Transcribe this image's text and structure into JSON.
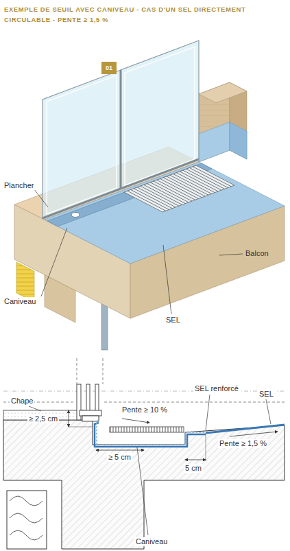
{
  "diagram": {
    "title": "EXEMPLE DE SEUIL AVEC CANIVEAU - CAS D'UN SEL DIRECTEMENT CIRCULABLE - PENTE ≥ 1,5 %",
    "nodes": [
      {
        "text": [
          "01"
        ]
      }
    ],
    "labels": [
      "Plancher",
      "Caniveau",
      "Balcon",
      "SEL",
      "Chape",
      "SEL renforcé",
      "SEL",
      "Pente ≥ 10 %",
      "≥ 2,5 cm",
      "Pente ≥ 1,5 %",
      "5 cm",
      "≥ 5 cm",
      "Caniveau"
    ]
  }
}
